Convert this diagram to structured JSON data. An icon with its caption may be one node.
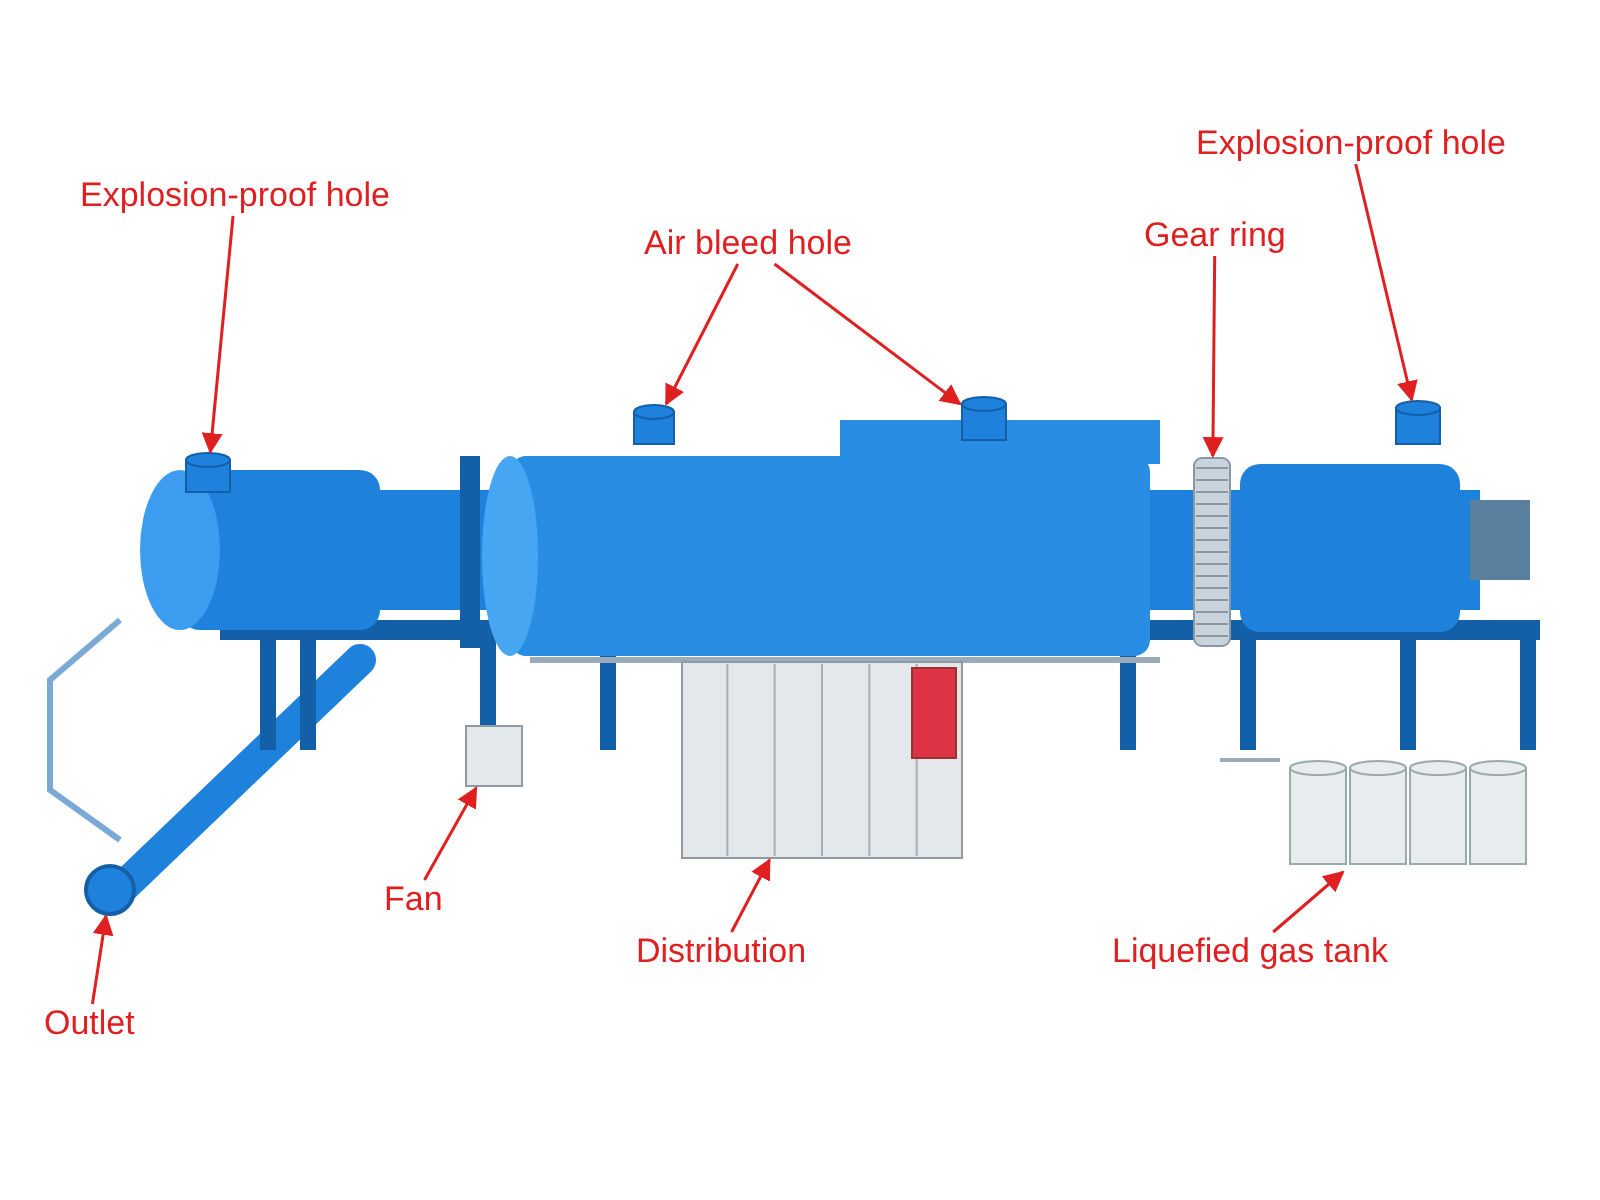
{
  "diagram": {
    "nodes": [
      {
        "text": [
          "Explosion-proof hole"
        ]
      },
      {
        "text": [],
        "shape": "cylinder"
      },
      {
        "text": [
          "Air bleed hole"
        ]
      },
      {
        "text": [],
        "shape": "cylinder"
      },
      {
        "text": [],
        "shape": "cylinder"
      },
      {
        "text": [
          "Gear ring"
        ]
      },
      {
        "text": [],
        "shape": "bar"
      },
      {
        "text": [
          "Explosion-proof hole"
        ]
      },
      {
        "text": [],
        "shape": "cylinder"
      },
      {
        "text": [
          "Fan"
        ]
      },
      {
        "text": [],
        "shape": "box"
      },
      {
        "text": [
          "Distribution"
        ]
      },
      {
        "text": [],
        "shape": "box"
      },
      {
        "text": [
          "Liquefied gas tank"
        ]
      },
      {
        "text": [],
        "shape": "cylinder"
      },
      {
        "text": [
          "Outlet"
        ]
      },
      {
        "text": [],
        "shape": "circle"
      }
    ],
    "edges": [
      {
        "from": 0,
        "to": 1,
        "arrow": "to"
      },
      {
        "from": 2,
        "to": 3,
        "arrow": "to"
      },
      {
        "from": 2,
        "to": 4,
        "arrow": "to"
      },
      {
        "from": 5,
        "to": 6,
        "arrow": "to"
      },
      {
        "from": 7,
        "to": 8,
        "arrow": "to"
      },
      {
        "from": 9,
        "to": 10,
        "arrow": "to"
      },
      {
        "from": 11,
        "to": 12,
        "arrow": "to"
      },
      {
        "from": 13,
        "to": 14,
        "arrow": "to"
      },
      {
        "from": 15,
        "to": 16,
        "arrow": "to"
      }
    ]
  }
}
